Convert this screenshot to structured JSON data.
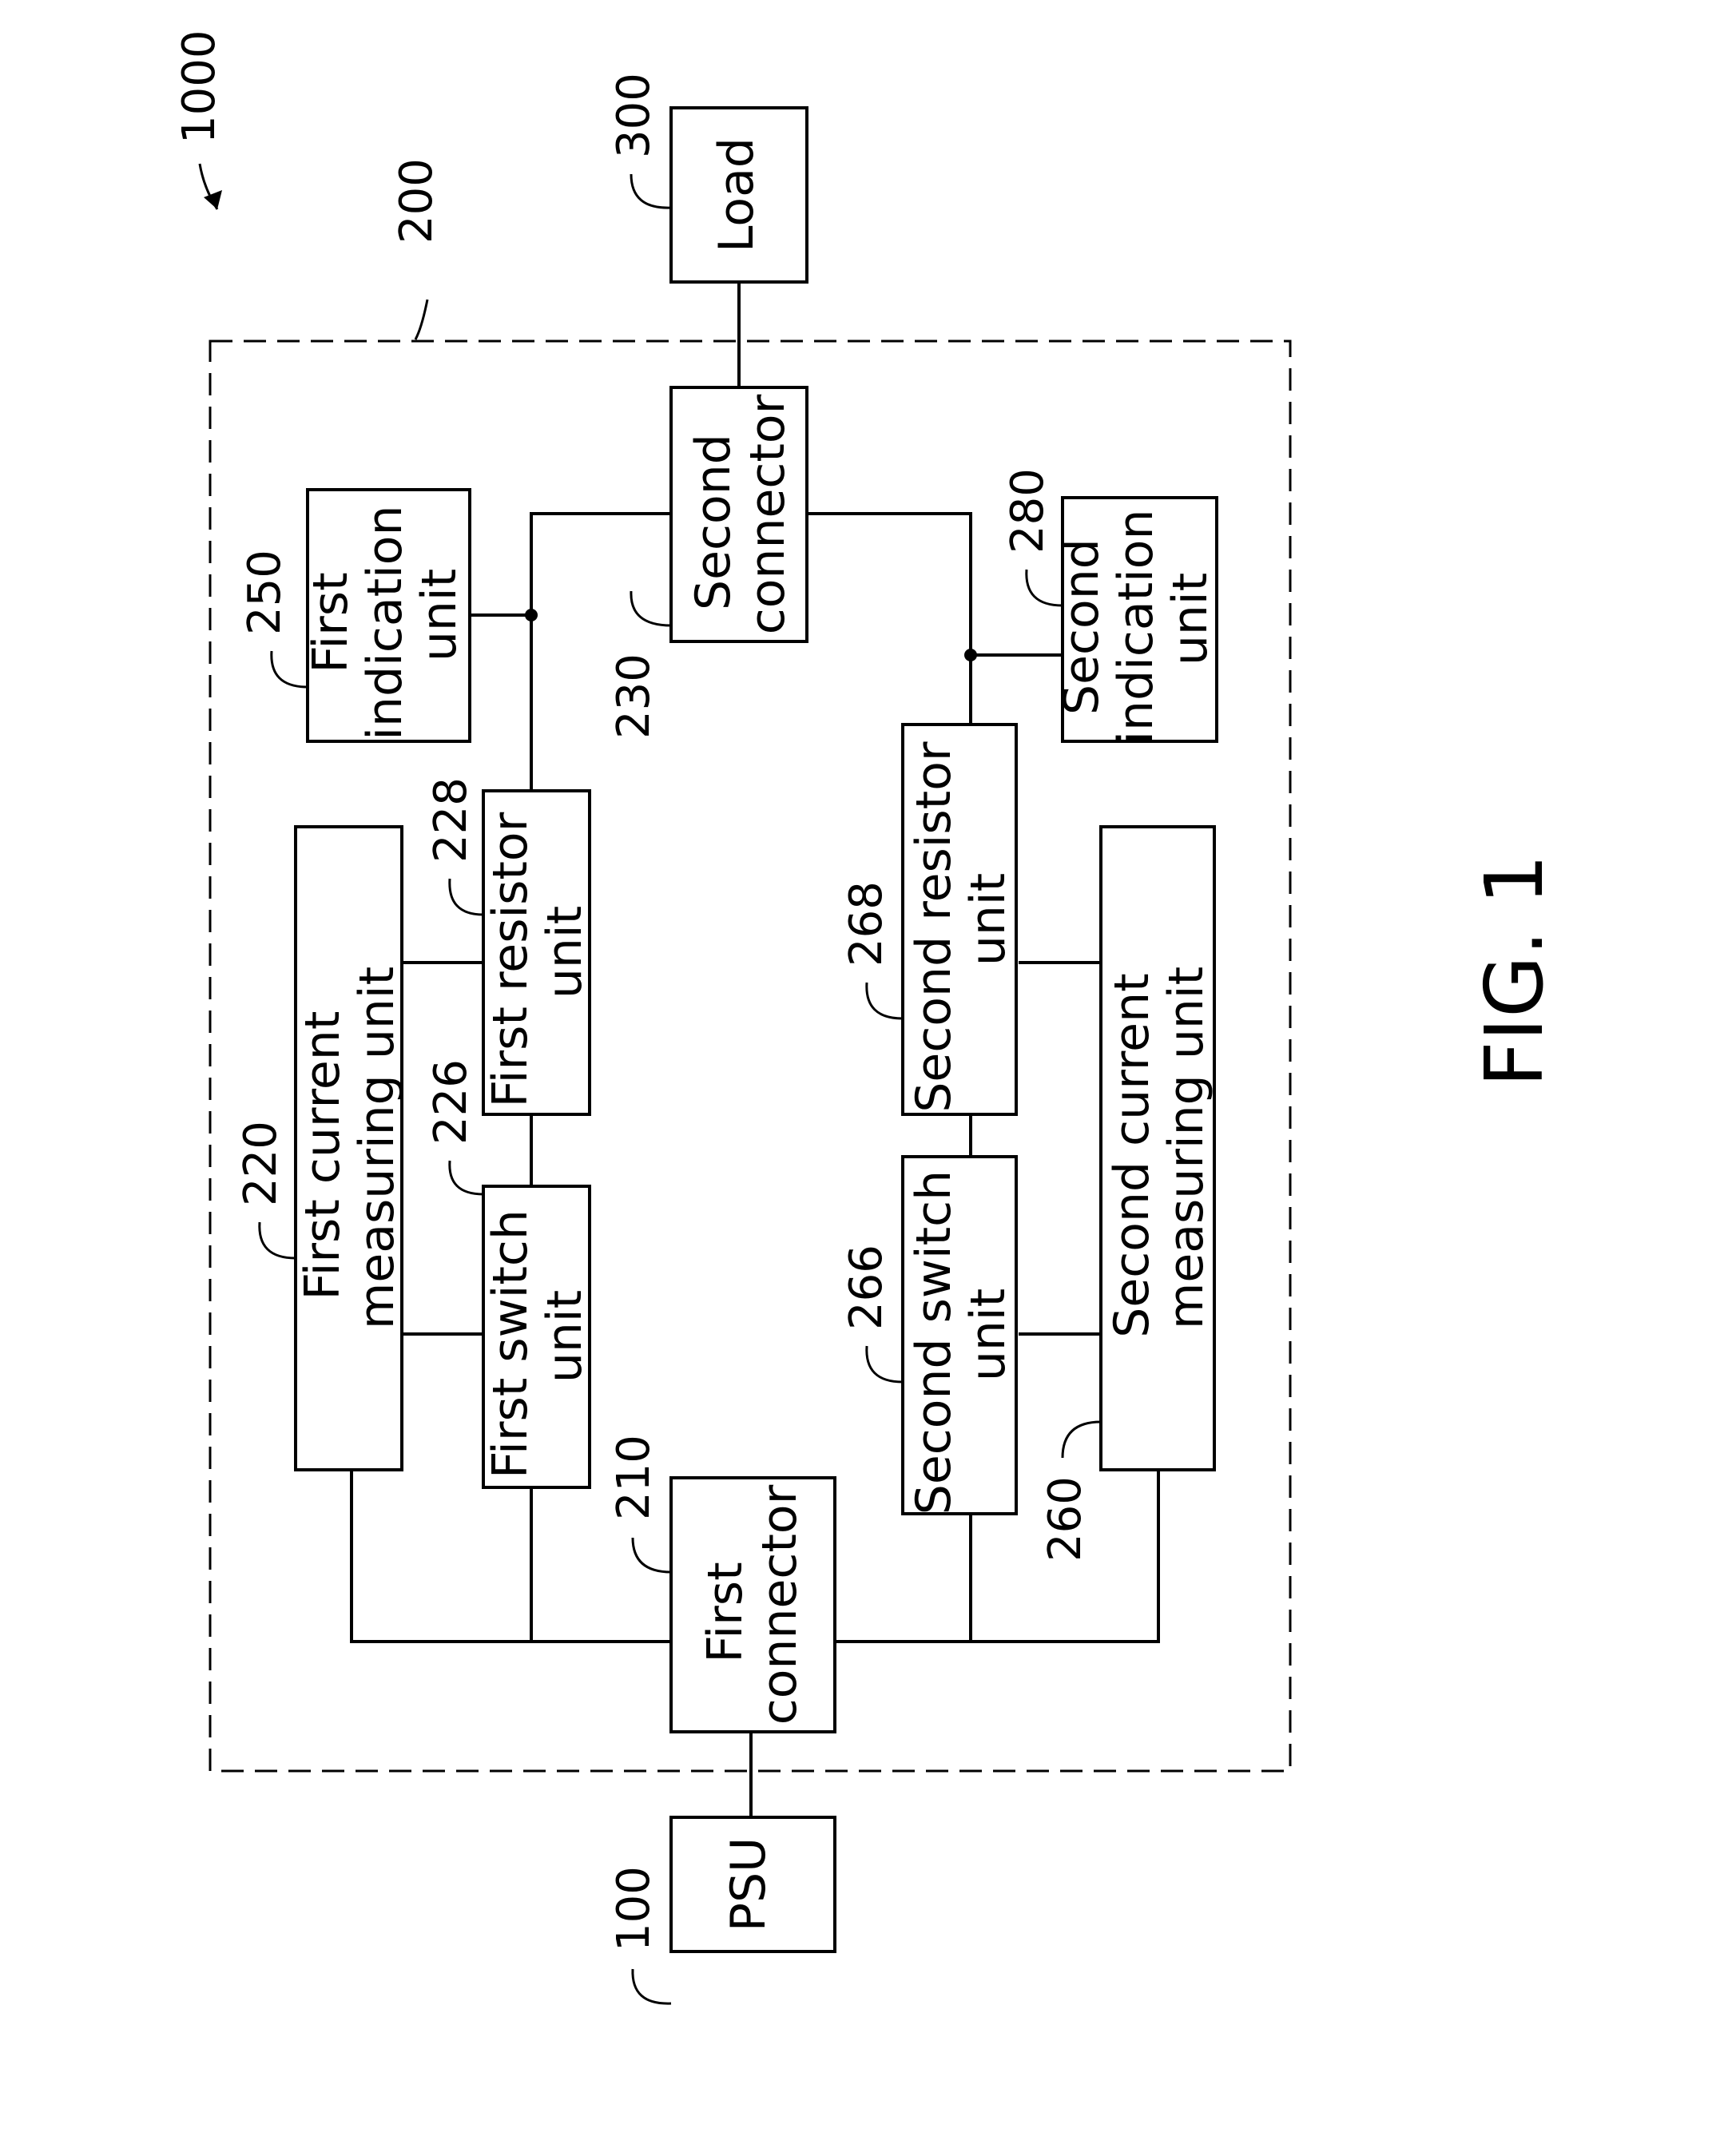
{
  "diagram": {
    "figure_label": "FIG. 1",
    "system_ref": "1000",
    "board_ref": "200",
    "nodes": {
      "psu": {
        "lines": [
          "PSU"
        ],
        "ref": "100"
      },
      "load": {
        "lines": [
          "Load"
        ],
        "ref": "300"
      },
      "first_connector": {
        "lines": [
          "First",
          "connector"
        ],
        "ref": "210"
      },
      "second_connector": {
        "lines": [
          "Second",
          "connector"
        ],
        "ref": "230"
      },
      "first_current_measuring_unit": {
        "lines": [
          "First current",
          "measuring unit"
        ],
        "ref": "220"
      },
      "first_switch_unit": {
        "lines": [
          "First switch",
          "unit"
        ],
        "ref": "226"
      },
      "first_resistor_unit": {
        "lines": [
          "First resistor",
          "unit"
        ],
        "ref": "228"
      },
      "first_indication_unit": {
        "lines": [
          "First",
          "indication",
          "unit"
        ],
        "ref": "250"
      },
      "second_current_measuring_unit": {
        "lines": [
          "Second current",
          "measuring unit"
        ],
        "ref": "260"
      },
      "second_switch_unit": {
        "lines": [
          "Second switch",
          "unit"
        ],
        "ref": "266"
      },
      "second_resistor_unit": {
        "lines": [
          "Second resistor",
          "unit"
        ],
        "ref": "268"
      },
      "second_indication_unit": {
        "lines": [
          "Second",
          "indication",
          "unit"
        ],
        "ref": "280"
      }
    }
  }
}
